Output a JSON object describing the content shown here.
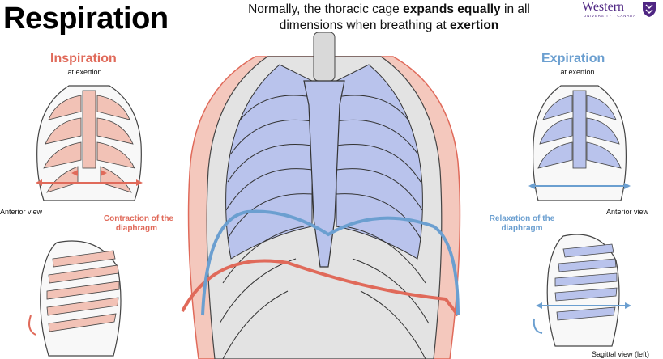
{
  "title": "Respiration",
  "subtitle": {
    "p1": "Normally, the thoracic cage ",
    "b1": "expands equally",
    "p2": " in all dimensions when breathing at ",
    "b2": "exertion"
  },
  "logo": {
    "name": "Western",
    "sub": "UNIVERSITY · CANADA"
  },
  "inspiration": {
    "heading": "Inspiration",
    "sub": "...at exertion",
    "view": "Anterior view",
    "note_line1": "Contraction of the",
    "note_line2": "diaphragm"
  },
  "expiration": {
    "heading": "Expiration",
    "sub": "...at exertion",
    "view": "Anterior view",
    "sagittal": "Sagittal view (left)",
    "note_line1": "Relaxation of the",
    "note_line2": "diaphragm"
  },
  "colors": {
    "inspiration": "#e06a5a",
    "expiration": "#6b9fd0",
    "rib_fill_blue": "#b9c3ec",
    "rib_fill_red": "#f2c2b6",
    "bone": "#d9d9d9"
  }
}
